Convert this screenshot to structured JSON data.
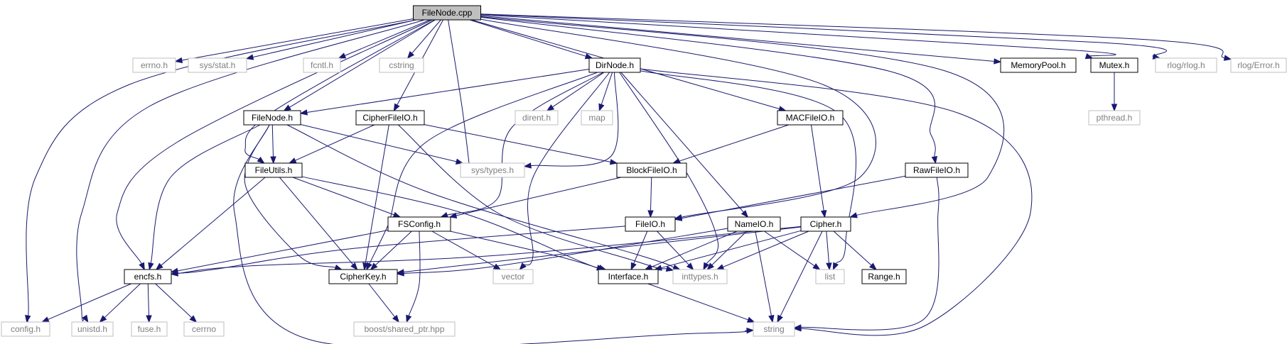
{
  "colors": {
    "edge": "#191970",
    "project_border": "#000000",
    "system_border": "#bfbfbf",
    "root_fill": "#bfbfbf",
    "system_text": "#7f7f7f"
  },
  "nodes": [
    {
      "id": "filenode_cpp",
      "label": "FileNode.cpp",
      "kind": "root"
    },
    {
      "id": "errno_h",
      "label": "errno.h",
      "kind": "system"
    },
    {
      "id": "sys_stat_h",
      "label": "sys/stat.h",
      "kind": "system"
    },
    {
      "id": "fcntl_h",
      "label": "fcntl.h",
      "kind": "system"
    },
    {
      "id": "cstring",
      "label": "cstring",
      "kind": "system"
    },
    {
      "id": "dirnode_h",
      "label": "DirNode.h",
      "kind": "project"
    },
    {
      "id": "memorypool_h",
      "label": "MemoryPool.h",
      "kind": "project"
    },
    {
      "id": "mutex_h",
      "label": "Mutex.h",
      "kind": "project"
    },
    {
      "id": "rlog_rlog_h",
      "label": "rlog/rlog.h",
      "kind": "system"
    },
    {
      "id": "rlog_error_h",
      "label": "rlog/Error.h",
      "kind": "system"
    },
    {
      "id": "pthread_h",
      "label": "pthread.h",
      "kind": "system"
    },
    {
      "id": "dirent_h",
      "label": "dirent.h",
      "kind": "system"
    },
    {
      "id": "map",
      "label": "map",
      "kind": "system"
    },
    {
      "id": "filenode_h",
      "label": "FileNode.h",
      "kind": "project"
    },
    {
      "id": "cipherfileio_h",
      "label": "CipherFileIO.h",
      "kind": "project"
    },
    {
      "id": "macfileio_h",
      "label": "MACFileIO.h",
      "kind": "project"
    },
    {
      "id": "fileutils_h",
      "label": "FileUtils.h",
      "kind": "project"
    },
    {
      "id": "sys_types_h",
      "label": "sys/types.h",
      "kind": "system"
    },
    {
      "id": "blockfileio_h",
      "label": "BlockFileIO.h",
      "kind": "project"
    },
    {
      "id": "rawfileio_h",
      "label": "RawFileIO.h",
      "kind": "project"
    },
    {
      "id": "fsconfig_h",
      "label": "FSConfig.h",
      "kind": "project"
    },
    {
      "id": "fileio_h",
      "label": "FileIO.h",
      "kind": "project"
    },
    {
      "id": "nameio_h",
      "label": "NameIO.h",
      "kind": "project"
    },
    {
      "id": "cipher_h",
      "label": "Cipher.h",
      "kind": "project"
    },
    {
      "id": "encfs_h",
      "label": "encfs.h",
      "kind": "project"
    },
    {
      "id": "cipherkey_h",
      "label": "CipherKey.h",
      "kind": "project"
    },
    {
      "id": "vector",
      "label": "vector",
      "kind": "system"
    },
    {
      "id": "interface_h",
      "label": "Interface.h",
      "kind": "project"
    },
    {
      "id": "inttypes_h",
      "label": "inttypes.h",
      "kind": "system"
    },
    {
      "id": "list",
      "label": "list",
      "kind": "system"
    },
    {
      "id": "range_h",
      "label": "Range.h",
      "kind": "project"
    },
    {
      "id": "config_h",
      "label": "config.h",
      "kind": "system"
    },
    {
      "id": "unistd_h",
      "label": "unistd.h",
      "kind": "system"
    },
    {
      "id": "fuse_h",
      "label": "fuse.h",
      "kind": "system"
    },
    {
      "id": "cerrno",
      "label": "cerrno",
      "kind": "system"
    },
    {
      "id": "boost_shared_ptr_hpp",
      "label": "boost/shared_ptr.hpp",
      "kind": "system"
    },
    {
      "id": "string",
      "label": "string",
      "kind": "system"
    }
  ],
  "edges": [
    [
      "filenode_cpp",
      "errno_h"
    ],
    [
      "filenode_cpp",
      "sys_stat_h"
    ],
    [
      "filenode_cpp",
      "fcntl_h"
    ],
    [
      "filenode_cpp",
      "cstring"
    ],
    [
      "filenode_cpp",
      "dirnode_h"
    ],
    [
      "filenode_cpp",
      "memorypool_h"
    ],
    [
      "filenode_cpp",
      "mutex_h"
    ],
    [
      "filenode_cpp",
      "rlog_rlog_h"
    ],
    [
      "filenode_cpp",
      "rlog_error_h"
    ],
    [
      "filenode_cpp",
      "config_h"
    ],
    [
      "filenode_cpp",
      "unistd_h"
    ],
    [
      "filenode_cpp",
      "encfs_h"
    ],
    [
      "filenode_cpp",
      "fileutils_h"
    ],
    [
      "filenode_cpp",
      "filenode_h"
    ],
    [
      "filenode_cpp",
      "cipherfileio_h"
    ],
    [
      "filenode_cpp",
      "sys_types_h"
    ],
    [
      "filenode_cpp",
      "macfileio_h"
    ],
    [
      "filenode_cpp",
      "rawfileio_h"
    ],
    [
      "filenode_cpp",
      "fileio_h"
    ],
    [
      "filenode_cpp",
      "cipher_h"
    ],
    [
      "mutex_h",
      "pthread_h"
    ],
    [
      "dirnode_h",
      "dirent_h"
    ],
    [
      "dirnode_h",
      "map"
    ],
    [
      "dirnode_h",
      "filenode_h"
    ],
    [
      "dirnode_h",
      "sys_types_h"
    ],
    [
      "dirnode_h",
      "fsconfig_h"
    ],
    [
      "dirnode_h",
      "cipherkey_h"
    ],
    [
      "dirnode_h",
      "vector"
    ],
    [
      "dirnode_h",
      "inttypes_h"
    ],
    [
      "dirnode_h",
      "nameio_h"
    ],
    [
      "dirnode_h",
      "list"
    ],
    [
      "dirnode_h",
      "string"
    ],
    [
      "filenode_h",
      "fileutils_h"
    ],
    [
      "filenode_h",
      "sys_types_h"
    ],
    [
      "filenode_h",
      "encfs_h"
    ],
    [
      "filenode_h",
      "cipherkey_h"
    ],
    [
      "filenode_h",
      "string"
    ],
    [
      "filenode_h",
      "inttypes_h"
    ],
    [
      "cipherfileio_h",
      "blockfileio_h"
    ],
    [
      "cipherfileio_h",
      "fileutils_h"
    ],
    [
      "cipherfileio_h",
      "cipherkey_h"
    ],
    [
      "cipherfileio_h",
      "inttypes_h"
    ],
    [
      "macfileio_h",
      "blockfileio_h"
    ],
    [
      "macfileio_h",
      "cipher_h"
    ],
    [
      "fileutils_h",
      "encfs_h"
    ],
    [
      "fileutils_h",
      "fsconfig_h"
    ],
    [
      "fileutils_h",
      "cipherkey_h"
    ],
    [
      "fileutils_h",
      "interface_h"
    ],
    [
      "blockfileio_h",
      "fileio_h"
    ],
    [
      "blockfileio_h",
      "fsconfig_h"
    ],
    [
      "rawfileio_h",
      "fileio_h"
    ],
    [
      "rawfileio_h",
      "string"
    ],
    [
      "fsconfig_h",
      "encfs_h"
    ],
    [
      "fsconfig_h",
      "cipherkey_h"
    ],
    [
      "fsconfig_h",
      "vector"
    ],
    [
      "fsconfig_h",
      "interface_h"
    ],
    [
      "fsconfig_h",
      "boost_shared_ptr_hpp"
    ],
    [
      "fileio_h",
      "encfs_h"
    ],
    [
      "fileio_h",
      "interface_h"
    ],
    [
      "fileio_h",
      "inttypes_h"
    ],
    [
      "nameio_h",
      "cipherkey_h"
    ],
    [
      "nameio_h",
      "interface_h"
    ],
    [
      "nameio_h",
      "inttypes_h"
    ],
    [
      "nameio_h",
      "list"
    ],
    [
      "nameio_h",
      "string"
    ],
    [
      "cipher_h",
      "encfs_h"
    ],
    [
      "cipher_h",
      "cipherkey_h"
    ],
    [
      "cipher_h",
      "interface_h"
    ],
    [
      "cipher_h",
      "inttypes_h"
    ],
    [
      "cipher_h",
      "list"
    ],
    [
      "cipher_h",
      "range_h"
    ],
    [
      "cipher_h",
      "string"
    ],
    [
      "encfs_h",
      "config_h"
    ],
    [
      "encfs_h",
      "unistd_h"
    ],
    [
      "encfs_h",
      "fuse_h"
    ],
    [
      "encfs_h",
      "cerrno"
    ],
    [
      "cipherkey_h",
      "boost_shared_ptr_hpp"
    ],
    [
      "interface_h",
      "string"
    ]
  ]
}
